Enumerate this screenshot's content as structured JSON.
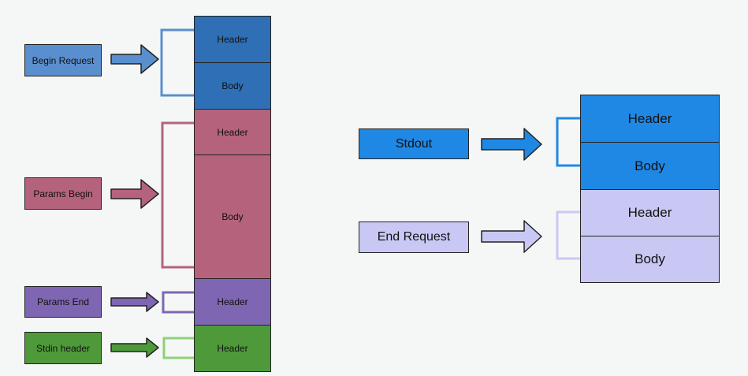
{
  "colors": {
    "begin_request": "#5a8fcf",
    "begin_stack": "#2e6fb5",
    "params": "#b5637d",
    "params_end": "#7e66b3",
    "stdin": "#4e9a3a",
    "stdout": "#1f88e5",
    "end_request": "#c9c8f4"
  },
  "left_labels": [
    {
      "text": "Begin Request",
      "color": "#5a8fcf",
      "icon": "right-arrow-icon"
    },
    {
      "text": "Params Begin",
      "color": "#b5637d",
      "icon": "right-arrow-icon"
    },
    {
      "text": "Params End",
      "color": "#7e66b3",
      "icon": "right-arrow-icon"
    },
    {
      "text": "Stdin header",
      "color": "#4e9a3a",
      "icon": "right-arrow-icon"
    }
  ],
  "left_stack": [
    {
      "text": "Header",
      "color": "#2e6fb5"
    },
    {
      "text": "Body",
      "color": "#2e6fb5"
    },
    {
      "text": "Header",
      "color": "#b5637d"
    },
    {
      "text": "Body",
      "color": "#b5637d"
    },
    {
      "text": "Header",
      "color": "#7e66b3"
    },
    {
      "text": "Header",
      "color": "#4e9a3a"
    }
  ],
  "right_labels": [
    {
      "text": "Stdout",
      "color": "#1f88e5",
      "icon": "right-arrow-icon"
    },
    {
      "text": "End Request",
      "color": "#c9c8f4",
      "icon": "right-arrow-icon"
    }
  ],
  "right_stack": [
    {
      "text": "Header",
      "color": "#1f88e5"
    },
    {
      "text": "Body",
      "color": "#1f88e5"
    },
    {
      "text": "Header",
      "color": "#c9c8f4"
    },
    {
      "text": "Body",
      "color": "#c9c8f4"
    }
  ]
}
